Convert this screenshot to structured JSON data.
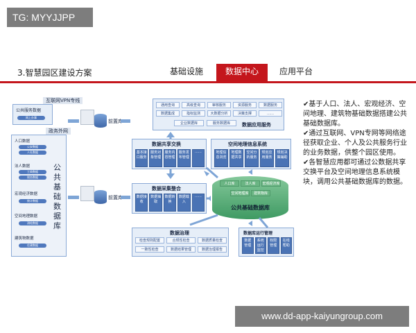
{
  "tag": "TG: MYYJJPP",
  "page_title": "3.智慧园区建设方案",
  "nav": [
    {
      "label": "基础设施",
      "active": false
    },
    {
      "label": "数据中心",
      "active": true
    },
    {
      "label": "应用平台",
      "active": false
    }
  ],
  "left": {
    "vpn_label": "互联网VPN专线",
    "public_service": {
      "title": "公共服务数据",
      "item": "网上办事"
    },
    "gov_label": "政务外网",
    "frontdb1": "前置库",
    "frontdb2": "前置库",
    "vertical_label": "公共基础数据库",
    "groups": [
      {
        "title": "人口数据",
        "items": [
          "公安数据",
          "人社数据"
        ]
      },
      {
        "title": "法人数据",
        "items": [
          "工商数据",
          "税务数据"
        ]
      },
      {
        "title": "宏观经济数据",
        "items": [
          "统计数据"
        ]
      },
      {
        "title": "空间地理数据",
        "items": [
          "测绘数据"
        ]
      },
      {
        "title": "建筑物数据",
        "items": [
          "住建数据"
        ]
      }
    ]
  },
  "app_service": {
    "title": "数据应用服务",
    "row1": [
      "通用查询",
      "高级查询",
      "审核服务",
      "资源服务",
      "数据服务"
    ],
    "row2": [
      "数据集成",
      "指标监测",
      "大数据分析",
      "决策支撑",
      "……"
    ],
    "row3": [
      "企业数据库",
      "服务数据库"
    ]
  },
  "share": {
    "title": "数据共享交换",
    "cells": [
      "基本接口服务",
      "服务对象管理",
      "服务内容管理",
      "服务发布管理",
      "……"
    ]
  },
  "gis": {
    "title": "空间地理信息系统",
    "cells": [
      "地理信息浏览",
      "地理数据共享",
      "空间分析服务",
      "规划应用服务",
      "规划决策辅助"
    ]
  },
  "collect": {
    "title": "数据采集整合",
    "cells": [
      "数据接收",
      "数据抽取",
      "数据转换",
      "数据载入",
      "……"
    ]
  },
  "core_db": {
    "title": "公共基础数据库",
    "parts": [
      "人口库",
      "法人库",
      "宏观经济库",
      "空间地理库",
      "建筑物库"
    ]
  },
  "governance": {
    "title": "数据治理",
    "row1": [
      "检查规则配置",
      "合规性检查",
      "数据质量检查"
    ],
    "row2": [
      "一致性检查",
      "数据结果管理",
      "数据治理报告"
    ]
  },
  "ops": {
    "title": "数据库运行管理",
    "cells": [
      "数据管理",
      "系统运行监控",
      "权限管理",
      "在线帮助"
    ]
  },
  "side_text": [
    "✔基于人口、法人、宏观经济、空间地理、建筑物基础数据搭建公共基础数据库。",
    "✔通过互联网、VPN专网等网络途径获取企业、个人及公共服务行业的业务数据，供整个园区使用。",
    "✔各智慧应用都可通过公数据共享交换平台及空间地理信息系统模块，调用公共基础数据库的数据。"
  ],
  "footer": "www.dd-app-kaiyungroup.com"
}
